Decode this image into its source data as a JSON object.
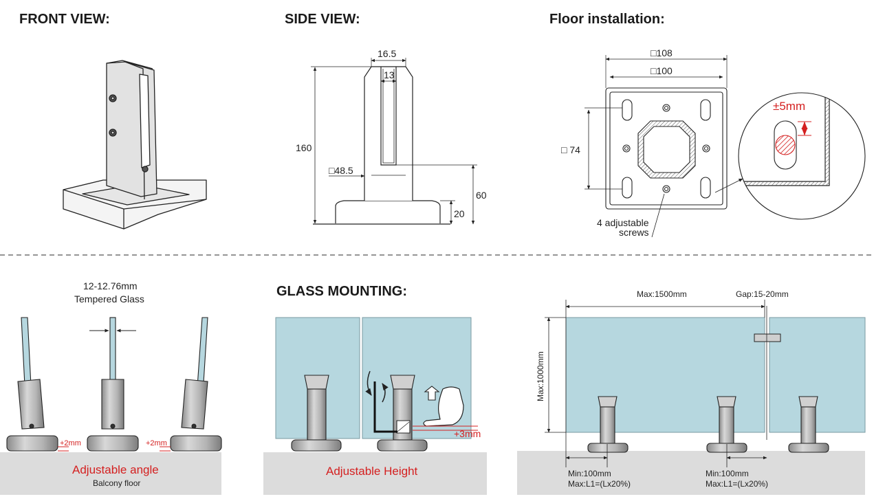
{
  "headers": {
    "front_view": "FRONT VIEW:",
    "side_view": "SIDE VIEW:",
    "floor_installation": "Floor installation:",
    "glass_mounting": "GLASS MOUNTING:"
  },
  "side_view": {
    "dim_top": "16.5",
    "dim_inner": "13",
    "dim_height": "160",
    "dim_base": "□48.5",
    "dim_60": "60",
    "dim_20": "20"
  },
  "floor": {
    "dim_108": "□108",
    "dim_100": "□100",
    "dim_74": "□ 74",
    "tolerance": "±5mm",
    "screws_line1": "4 adjustable",
    "screws_line2": "screws"
  },
  "angle_panel": {
    "glass_line1": "12-12.76mm",
    "glass_line2": "Tempered Glass",
    "left_offset": "+2mm",
    "right_offset": "+2mm",
    "caption": "Adjustable angle",
    "floor_label": "Balcony floor"
  },
  "mounting_panel": {
    "offset": "+3mm",
    "caption": "Adjustable Height"
  },
  "layout_panel": {
    "max_width": "Max:1500mm",
    "gap": "Gap:15-20mm",
    "max_height": "Max:1000mm",
    "min_left_1": "Min:100mm",
    "min_left_2": "Max:L1=(Lx20%)",
    "min_right_1": "Min:100mm",
    "min_right_2": "Max:L1=(Lx20%)"
  },
  "colors": {
    "glass": "#b6d7df",
    "floor": "#dcdcdc",
    "accent": "#d42020"
  }
}
